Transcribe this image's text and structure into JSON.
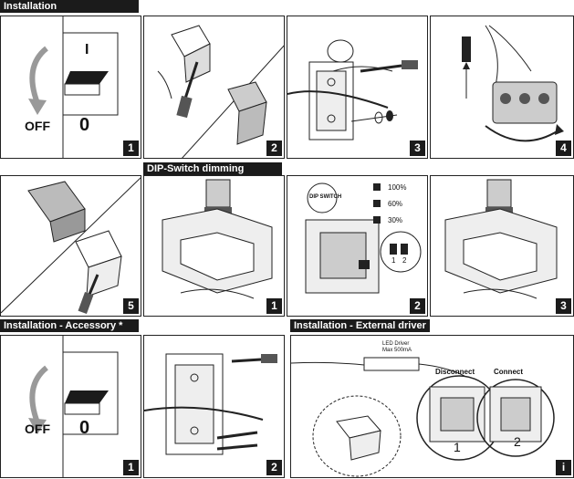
{
  "sections": {
    "installation": "Installation",
    "dip_switch": "DIP-Switch dimming",
    "accessory": "Installation - Accessory *",
    "external_driver": "Installation - External driver"
  },
  "steps": {
    "install": [
      "1",
      "2",
      "3",
      "4",
      "5"
    ],
    "dip": [
      "1",
      "2",
      "3"
    ],
    "accessory": [
      "1",
      "2"
    ],
    "external": "i"
  },
  "labels": {
    "off": "OFF",
    "off_zero": "0",
    "switch_on_mark": "I",
    "dip_badge": "DIP SWITCH",
    "dip_levels": [
      "100%",
      "60%",
      "30%"
    ],
    "dip_positions": [
      "1",
      "2"
    ],
    "driver_line1": "LED Driver",
    "driver_line2": "Max 500mA",
    "disconnect": "Disconnect",
    "connect": "Connect",
    "num_1": "1",
    "num_2": "2"
  }
}
